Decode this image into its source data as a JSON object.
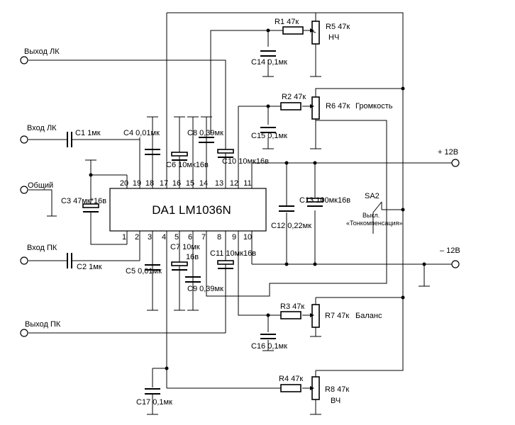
{
  "chip": {
    "label": "DA1 LM1036N"
  },
  "pins": {
    "top": [
      "20",
      "19",
      "18",
      "17",
      "16",
      "15",
      "14",
      "13",
      "12",
      "11"
    ],
    "bottom": [
      "1",
      "2",
      "3",
      "4",
      "5",
      "6",
      "7",
      "8",
      "9",
      "10"
    ]
  },
  "terminals": {
    "out_left": "Выход ЛК",
    "in_left": "Вход ЛК",
    "common": "Общий",
    "in_right": "Вход ПК",
    "out_right": "Выход ПК",
    "plus": "+ 12В",
    "minus": "– 12В"
  },
  "components": {
    "R1": "R1 47к",
    "R2": "R2 47к",
    "R3": "R3 47к",
    "R4": "R4 47к",
    "R5": "R5 47к",
    "R5_name": "НЧ",
    "R6": "R6 47к",
    "R6_name": "Громкость",
    "R7": "R7 47к",
    "R7_name": "Баланс",
    "R8": "R8 47к",
    "R8_name": "ВЧ",
    "C1": "C1 1мк",
    "C2": "C2 1мк",
    "C3": "C3 47мк*16в",
    "C4": "C4 0,01мк",
    "C5": "C5 0,01мк",
    "C6": "C6 10мк16в",
    "C7": "C7 10мк",
    "C7_line2": "16в",
    "C8": "C8 0,39мк",
    "C9": "C9 0,39мк",
    "C10": "C10 10мк16в",
    "C11": "C11 10мк16в",
    "C12": "C12 0,22мк",
    "C13": "C13 100мк16в",
    "C14": "C14 0,1мк",
    "C15": "C15 0,1мк",
    "C16": "C16 0,1мк",
    "C17": "C17 0,1мк"
  },
  "switch": {
    "name": "SA2",
    "line1": "Выкл.",
    "line2": "«Тонкомпенсация»"
  }
}
